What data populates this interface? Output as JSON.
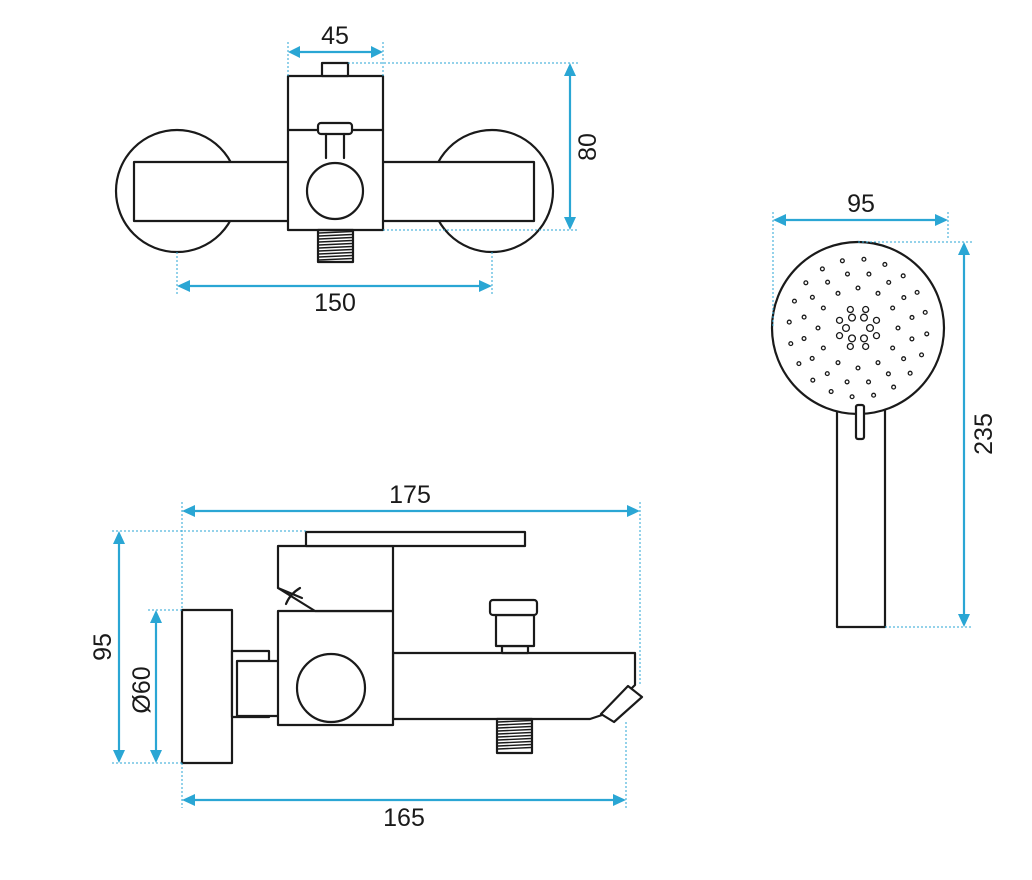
{
  "dimensions": {
    "top_width": "45",
    "top_height": "80",
    "top_span": "150",
    "head_width": "95",
    "head_length": "235",
    "front_length": "175",
    "front_height": "95",
    "front_diameter": "Ø60",
    "front_depth": "165"
  },
  "colors": {
    "dimension": "#2aa6d4",
    "outline": "#1a1a1a"
  }
}
